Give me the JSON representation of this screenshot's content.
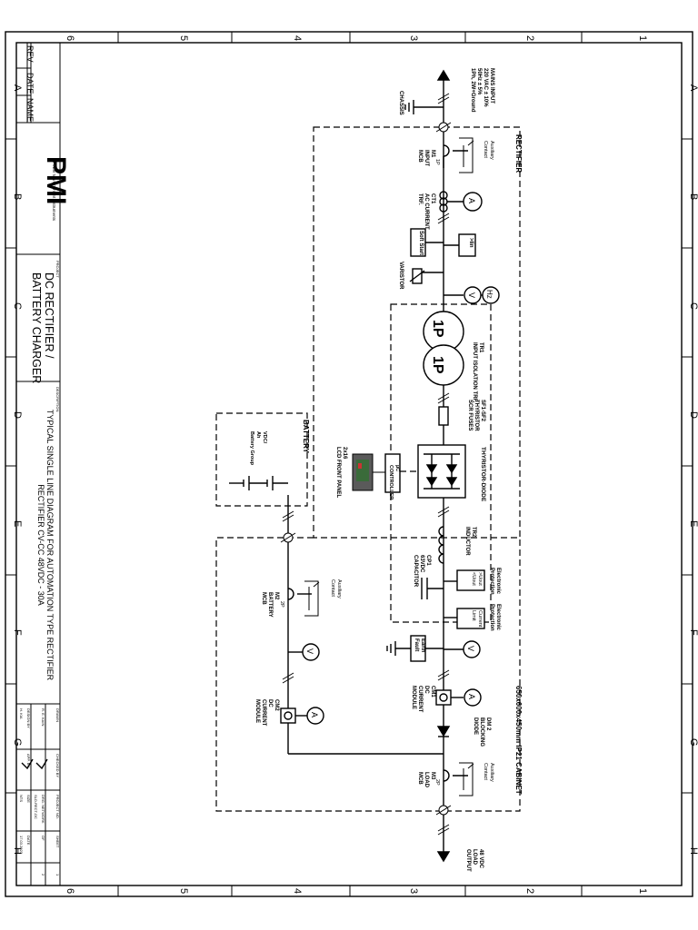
{
  "frame": {
    "columns": [
      "6",
      "5",
      "4",
      "3",
      "2",
      "1"
    ],
    "rows": [
      "A",
      "B",
      "C",
      "D",
      "E",
      "F",
      "G",
      "H"
    ]
  },
  "revision_table": {
    "rev": "REV",
    "date": "DATE",
    "name": "NAME"
  },
  "company": {
    "logo_text": "PMI",
    "logo_subtext": "Power Management Instruments",
    "brand_color": "#1b3a8c",
    "accent_color": "#d21f2b"
  },
  "title_block": {
    "project_label": "PROJECT",
    "title_line1": "DC RECTIFIER /",
    "title_line2": "BATTERY CHARGER",
    "description_label": "DESCRIPTION",
    "description_line1": "TYPICAL SINGLE LINE DIAGRAM FOR AUTOMATION TYPE RECTIFIER",
    "description_line2": "RECTIFIER CV-CC 48VDC - 30A",
    "drawn_label": "DRAWN",
    "drawn_by": "R. E. KAIN",
    "designed_label": "DESIGN BY",
    "designed_by": "H. KIA",
    "checked_label": "CHECKED BY",
    "approved_label": "APP. BY",
    "project_no_label": "PROJECT NO.",
    "drawing_no_label": "DRG. NETWORK",
    "drawing_no": "SLD-RECT-DC",
    "scale_label": "SIZE",
    "scale": "NTS",
    "sheet_label": "SHEET",
    "sheet": "1",
    "of_label": "OF",
    "of": "2",
    "date_label": "DATE",
    "date": "17.03.2023"
  },
  "diagram": {
    "rectifier_label": "RECTIFIER",
    "cabinet_label": "650x600x450mm IP21 CABINET",
    "battery_label": "BATTERY",
    "mains_input": [
      "MAINS INPUT",
      "220 VAC ± 10%",
      "50Hz ± 5%",
      "1Ph, 2W+Ground"
    ],
    "chassis": "CHASSIS",
    "aux_contact_1": [
      "Auxiliary",
      "Contact"
    ],
    "m1": [
      "M1",
      "INPUT",
      "MCB"
    ],
    "m1_pole": "1P",
    "ct1": [
      "CT1",
      "AC CURRENT",
      "TRF."
    ],
    "ammeter": "A",
    "soft_start": "Soft Start",
    "over_current": ">Iin",
    "varistor": "VARISTOR",
    "voltmeter": "V",
    "freq": "Hz",
    "tr1": [
      "TR1",
      "INPUT ISOLATION TRF."
    ],
    "tr_primary": "1P",
    "tr_secondary": "1P",
    "sf": [
      "SF1-SF2",
      "THYRISTOR",
      "SCR FUSES"
    ],
    "thyristor_diode": "THYRISTOR-DIODE",
    "controller": [
      "µC",
      "CONTROLLER"
    ],
    "lcd": [
      "2x16",
      "LCD FRONT PANEL"
    ],
    "tr2": [
      "TR2",
      "INDUCTOR"
    ],
    "cp1": [
      "CP1",
      "63VDC",
      "CAPACITOR"
    ],
    "protection": [
      "Electronic",
      "Protection"
    ],
    "protection_box": [
      ">Uout",
      "<Uout"
    ],
    "current_limit_title": [
      "Electronic",
      "Protection"
    ],
    "current_limit_box": [
      "Current",
      "Limit"
    ],
    "earth_fault": [
      "Earth",
      "Fault"
    ],
    "cm1": [
      "CM1",
      "DC",
      "CURRENT",
      "MODULE"
    ],
    "dm2": [
      "DM 2",
      "BLOCKING",
      "DIODE"
    ],
    "aux_contact_2": [
      "Auxiliary",
      "Contact"
    ],
    "m3": [
      "M3",
      "LOAD",
      "MCB"
    ],
    "m3_pole": "2P",
    "load_output": [
      "48 VDC",
      "LOAD",
      "OUTPUT"
    ],
    "battery_group": [
      "VDC/",
      "Ah",
      "Battery Group"
    ],
    "aux_contact_3": [
      "Auxiliary",
      "Contact"
    ],
    "m2": [
      "M2",
      "BATTERY",
      "MCB"
    ],
    "m2_pole": "2P",
    "cm2": [
      "CM2",
      "DC",
      "CURRENT",
      "MODULE"
    ]
  }
}
